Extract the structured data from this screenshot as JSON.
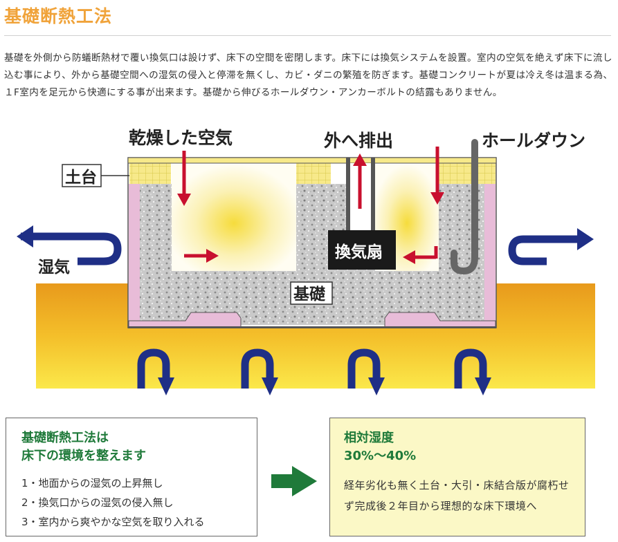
{
  "page": {
    "title": "基礎断熱工法",
    "intro": "基礎を外側から防蟻断熱材で覆い換気口は設けず、床下の空間を密閉します。床下には換気システムを設置。室内の空気を絶えず床下に流し込む事により、外から基礎空間への湿気の侵入と停滞を無くし、カビ・ダニの繁殖を防ぎます。基礎コンクリートが夏は冷え冬は温まる為、１F室内を足元から快適にする事が出来ます。基礎から伸びるホールダウン・アンカーボルトの結露もありません。"
  },
  "diagram": {
    "labels": {
      "dry_air": "乾燥した空気",
      "exhaust": "外へ排出",
      "hold_down": "ホールダウン",
      "sill": "土台",
      "humidity": "湿気",
      "fan": "換気扇",
      "foundation": "基礎"
    },
    "colors": {
      "ground": "#f0b82a",
      "insulation": "#e8bcd8",
      "arrow_blue": "#1f2f86",
      "arrow_red": "#c8102e",
      "sill": "#f5e27a"
    }
  },
  "left_box": {
    "heading_line1": "基礎断熱工法は",
    "heading_line2": "床下の環境を整えます",
    "items": [
      "1・地面からの湿気の上昇無し",
      "2・換気口からの湿気の侵入無し",
      "3・室内から爽やかな空気を取り入れる"
    ]
  },
  "right_box": {
    "heading_line1": "相対湿度",
    "heading_line2": "30%～40%",
    "text": "経年劣化も無く土台・大引・床結合版が腐朽せず完成後２年目から理想的な床下環境へ"
  },
  "colors": {
    "title": "#f0a33a",
    "heading_green": "#1f7a3a",
    "right_box_bg": "#fbf8c6",
    "arrow_green": "#1f7a3a"
  }
}
